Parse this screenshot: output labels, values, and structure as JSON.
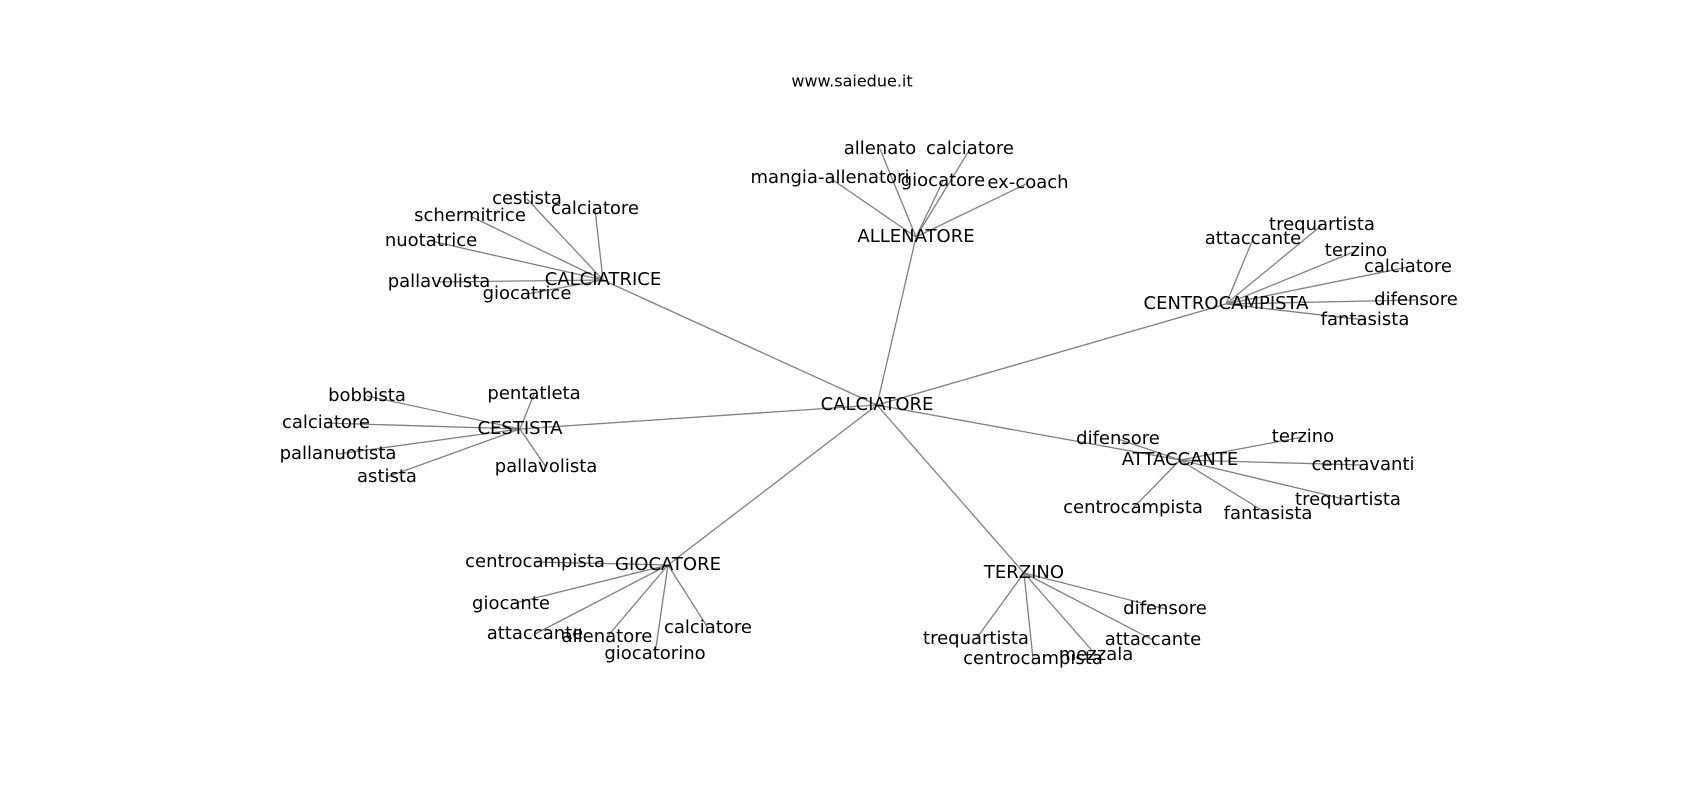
{
  "header": {
    "site": "www.saiedue.it"
  },
  "graph": {
    "edge_color": "#808080",
    "center": {
      "id": "calciatore_root",
      "label": "CALCIATORE"
    },
    "hubs": [
      {
        "id": "allenatore_hub",
        "label": "ALLENATORE",
        "leaves": [
          "mangia-allenatori",
          "allenato",
          "calciatore",
          "giocatore",
          "ex-coach"
        ]
      },
      {
        "id": "calciatrice_hub",
        "label": "CALCIATRICE",
        "leaves": [
          "cestista",
          "calciatore",
          "schermitrice",
          "nuotatrice",
          "pallavolista",
          "giocatrice"
        ]
      },
      {
        "id": "centrocampista_hub",
        "label": "CENTROCAMPISTA",
        "leaves": [
          "attaccante",
          "trequartista",
          "terzino",
          "calciatore",
          "difensore",
          "fantasista"
        ]
      },
      {
        "id": "cestista_hub",
        "label": "CESTISTA",
        "leaves": [
          "bobbista",
          "pentatleta",
          "calciatore",
          "pallanuotista",
          "astista",
          "pallavolista"
        ]
      },
      {
        "id": "attaccante_hub",
        "label": "ATTACCANTE",
        "leaves": [
          "difensore",
          "terzino",
          "centravanti",
          "centrocampista",
          "fantasista",
          "trequartista"
        ]
      },
      {
        "id": "giocatore_hub",
        "label": "GIOCATORE",
        "leaves": [
          "centrocampista",
          "giocante",
          "attaccante",
          "allenatore",
          "calciatore",
          "giocatorino"
        ]
      },
      {
        "id": "terzino_hub",
        "label": "TERZINO",
        "leaves": [
          "difensore",
          "trequartista",
          "centrocampista",
          "mezzala",
          "attaccante"
        ]
      }
    ]
  }
}
